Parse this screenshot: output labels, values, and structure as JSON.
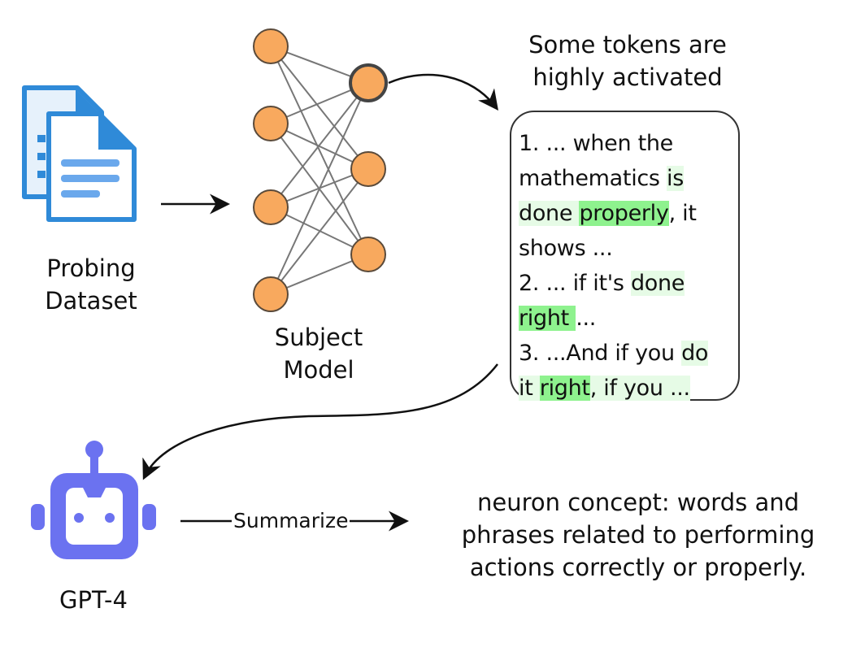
{
  "dataset": {
    "label_line1": "Probing",
    "label_line2": "Dataset"
  },
  "model": {
    "label_line1": "Subject",
    "label_line2": "Model"
  },
  "tokens_title": {
    "line1": "Some tokens are",
    "line2": "highly activated"
  },
  "examples": {
    "l1": {
      "a": "1. ... when the"
    },
    "l2": {
      "a": "mathematics ",
      "b": "is"
    },
    "l3": {
      "a": "done ",
      "b": "properly",
      "c": ", it"
    },
    "l4": {
      "a": "shows ..."
    },
    "l5": {
      "a": "2. ... if it's ",
      "b": "done"
    },
    "l6": {
      "a": "right ",
      "b": "..."
    },
    "l7": {
      "a": "3. ...And if you ",
      "b": "do"
    },
    "l8": {
      "a": "it ",
      "b": "right",
      "c": ", if you ..."
    }
  },
  "gpt": {
    "label": "GPT-4"
  },
  "summarize": {
    "label": "Summarize"
  },
  "concept": {
    "line1": "neuron concept: words and",
    "line2": "phrases related to performing",
    "line3": "actions correctly or properly."
  },
  "colors": {
    "neuron_fill": "#f8a95e",
    "neuron_stroke": "#5a4a3a",
    "highlight_strong": "#8ef28e",
    "highlight_weak": "#e6fbe6",
    "robot": "#6b72f0",
    "document": "#2f8ad8"
  },
  "icons": [
    "document-icon",
    "robot-icon",
    "neural-network-icon"
  ]
}
